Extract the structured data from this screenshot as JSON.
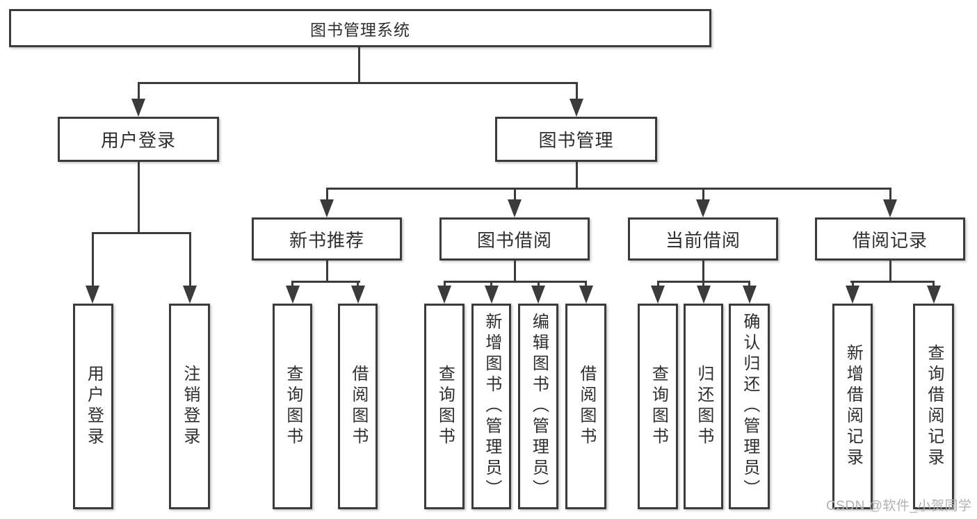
{
  "colors": {
    "line": "#3b3b3b",
    "text": "#2e2e2e",
    "background": "#ffffff",
    "watermark": "#b2b2b2"
  },
  "root": {
    "label": "图书管理系统"
  },
  "branches": [
    {
      "label": "用户登录"
    },
    {
      "label": "图书管理"
    }
  ],
  "sections": [
    {
      "label": "新书推荐",
      "parent": "图书管理"
    },
    {
      "label": "图书借阅",
      "parent": "图书管理"
    },
    {
      "label": "当前借阅",
      "parent": "图书管理"
    },
    {
      "label": "借阅记录",
      "parent": "图书管理"
    }
  ],
  "leaves": [
    {
      "label": "用户登录",
      "parent": "用户登录"
    },
    {
      "label": "注销登录",
      "parent": "用户登录"
    },
    {
      "label": "查询图书",
      "parent": "新书推荐"
    },
    {
      "label": "借阅图书",
      "parent": "新书推荐"
    },
    {
      "label": "查询图书",
      "parent": "图书借阅"
    },
    {
      "label": "新增图书（管理员）",
      "parent": "图书借阅"
    },
    {
      "label": "编辑图书（管理员）",
      "parent": "图书借阅"
    },
    {
      "label": "借阅图书",
      "parent": "图书借阅"
    },
    {
      "label": "查询图书",
      "parent": "当前借阅"
    },
    {
      "label": "归还图书",
      "parent": "当前借阅"
    },
    {
      "label": "确认归还（管理员）",
      "parent": "当前借阅"
    },
    {
      "label": "新增借阅记录",
      "parent": "借阅记录"
    },
    {
      "label": "查询借阅记录",
      "parent": "借阅记录"
    }
  ],
  "watermark": {
    "text": "CSDN @软件_小贺同学"
  }
}
